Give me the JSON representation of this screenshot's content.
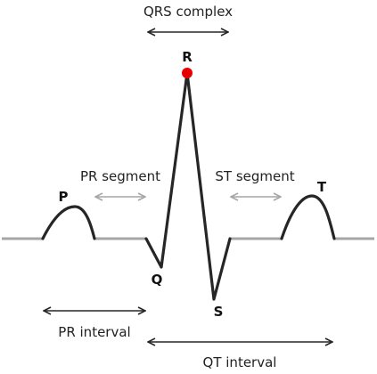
{
  "labels": {
    "qrs_complex": "QRS complex",
    "pr_segment": "PR segment",
    "st_segment": "ST segment",
    "pr_interval": "PR interval",
    "qt_interval": "QT interval",
    "wave_p": "P",
    "wave_q": "Q",
    "wave_r": "R",
    "wave_s": "S",
    "wave_t": "T"
  },
  "colors": {
    "trace": "#262626",
    "baseline": "#a6a6a6",
    "r_peak_marker": "#e80000",
    "arrow_dark": "#262626",
    "arrow_light": "#a6a6a6"
  }
}
